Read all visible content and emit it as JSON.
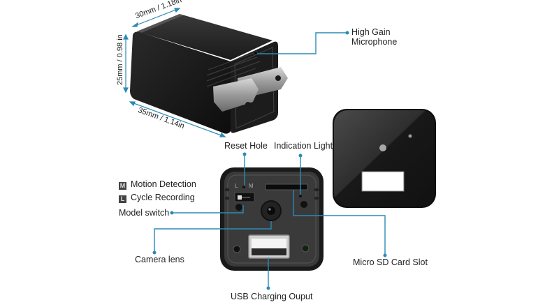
{
  "diagram": {
    "dimensions": {
      "width": "30mm / 1.18in",
      "height": "25mm / 0.98 in",
      "depth": "35mm / 1.14in"
    },
    "callouts": {
      "microphone_line1": "High Gain",
      "microphone_line2": "Microphone",
      "reset_hole": "Reset Hole",
      "indication_light": "Indication Light",
      "model_switch": "Model switch",
      "camera_lens": "Camera lens",
      "micro_sd": "Micro SD Card Slot",
      "usb_output": "USB Charging Ouput"
    },
    "legend": [
      {
        "badge": "M",
        "label": "Motion Detection"
      },
      {
        "badge": "L",
        "label": "Cycle Recording"
      }
    ],
    "switch_marks": {
      "left": "L",
      "right": "M"
    },
    "colors": {
      "callout_line": "#2a8bb5",
      "device_body": "#1e1e1e",
      "device_face": "#3b3b3b"
    }
  }
}
